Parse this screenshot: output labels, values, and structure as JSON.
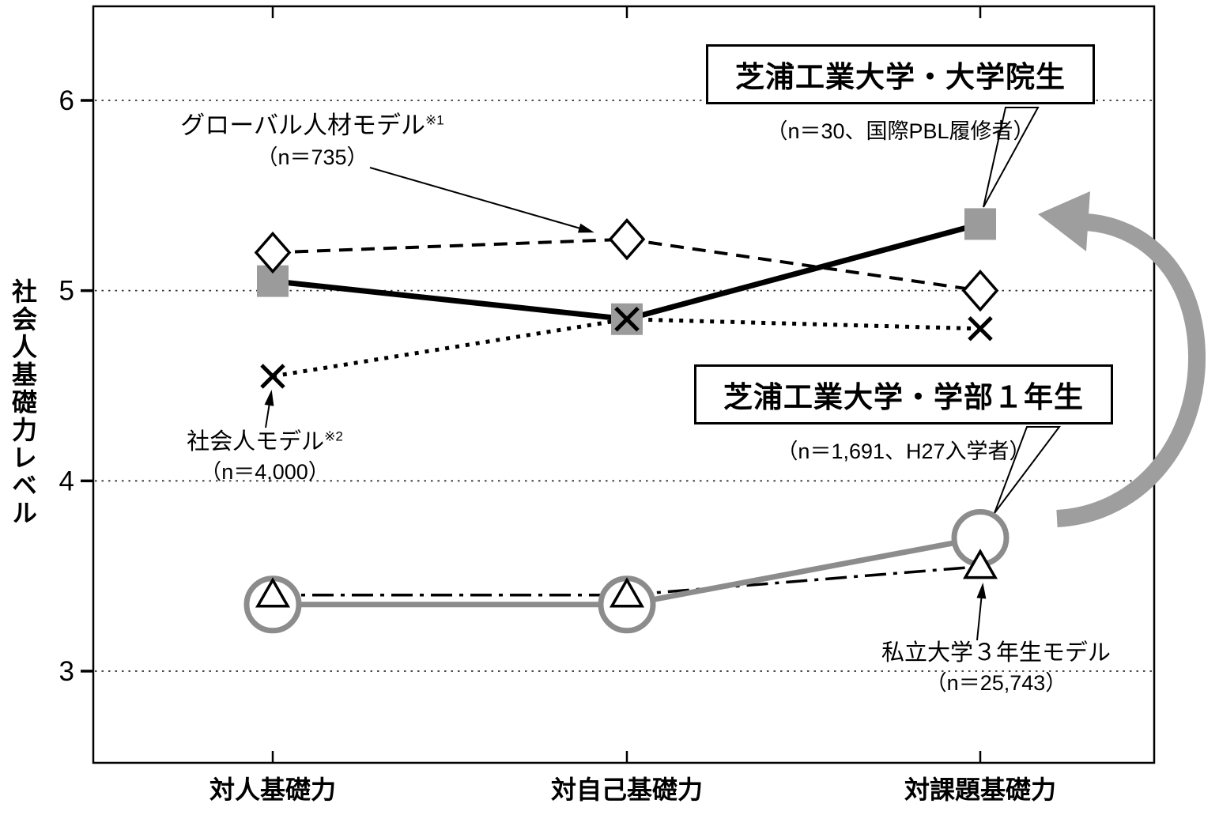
{
  "chart_data": {
    "type": "line",
    "title": "",
    "ylabel": "社会人基礎力レベル",
    "xlabel": "",
    "categories": [
      "対人基礎力",
      "対自己基礎力",
      "対課題基礎力"
    ],
    "yticks": [
      3,
      4,
      5,
      6
    ],
    "ylim": [
      2.55,
      6.45
    ],
    "grid": "horizontal-dotted",
    "legend": "none (direct annotations)",
    "series": [
      {
        "name": "グローバル人材モデル※1",
        "n_label": "（n＝735）",
        "values": [
          5.2,
          5.27,
          5.0
        ],
        "marker": "diamond",
        "line": "dashed",
        "color": "#000000"
      },
      {
        "name": "芝浦工業大学・大学院生",
        "n_label": "（n＝30、国際PBL履修者）",
        "values": [
          5.05,
          4.85,
          5.35
        ],
        "marker": "square",
        "line": "solid-thick",
        "color": "#000000",
        "marker_color": "#9b9b9b"
      },
      {
        "name": "社会人モデル※2",
        "n_label": "（n＝4,000）",
        "values": [
          4.55,
          4.85,
          4.8
        ],
        "marker": "x",
        "line": "dotted",
        "color": "#000000"
      },
      {
        "name": "芝浦工業大学・学部１年生",
        "n_label": "（n＝1,691、H27入学者）",
        "values": [
          3.35,
          3.35,
          3.7
        ],
        "marker": "circle",
        "line": "solid-gray",
        "color": "#8c8c8c"
      },
      {
        "name": "私立大学３年生モデル",
        "n_label": "（n＝25,743）",
        "values": [
          3.4,
          3.4,
          3.55
        ],
        "marker": "triangle",
        "line": "dashdot",
        "color": "#000000"
      }
    ]
  },
  "annotations": {
    "global_model": {
      "label": "グローバル人材モデル",
      "sup": "※1",
      "n": "（n＝735）"
    },
    "grad_box": {
      "title": "芝浦工業大学・大学院生",
      "subtitle": "（n＝30、国際PBL履修者）"
    },
    "shakaijin_model": {
      "label": "社会人モデル",
      "sup": "※2",
      "n": "（n＝4,000）"
    },
    "first_year_box": {
      "title": "芝浦工業大学・学部１年生",
      "subtitle": "（n＝1,691、H27入学者）"
    },
    "private_univ_model": {
      "label": "私立大学３年生モデル",
      "n": "（n＝25,743）"
    }
  },
  "colors": {
    "marker_gray": "#9b9b9b",
    "line_gray": "#8c8c8c",
    "arrow_gray": "#9e9e9e",
    "ink": "#000000"
  }
}
